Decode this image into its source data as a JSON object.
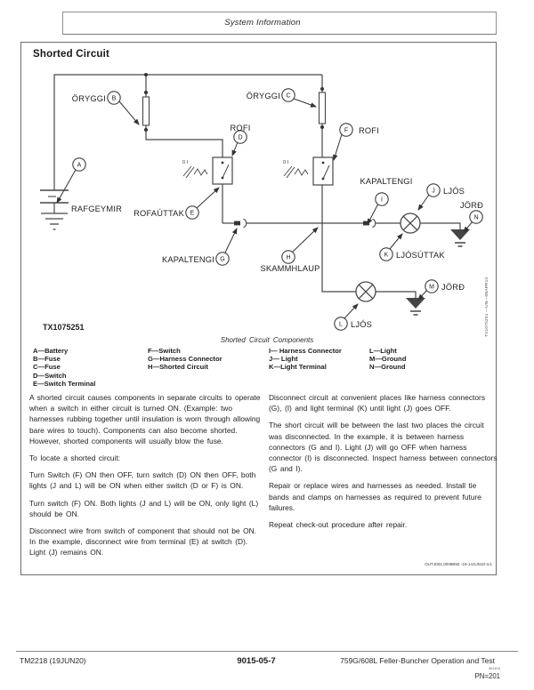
{
  "header": {
    "title": "System Information"
  },
  "page": {
    "section_title": "Shorted Circuit",
    "figure_id": "TX1075251",
    "figure_side_caption": "TX1075251 —UN—08APR10",
    "figure_caption": "Shorted Circuit Components",
    "ref_code": "OUTJ002,0006B50 -19-14JUN10-1/1"
  },
  "diagram": {
    "switch_marks": "0 I",
    "nodes": {
      "a": "A",
      "b": "B",
      "c": "C",
      "d": "D",
      "e": "E",
      "f": "F",
      "g": "G",
      "h": "H",
      "i": "I",
      "j": "J",
      "k": "K",
      "l": "L",
      "m": "M",
      "n": "N"
    },
    "labels": {
      "battery": "RAFGEYMIR",
      "fuse_b": "ÖRYGGI",
      "fuse_c": "ÖRYGGI",
      "switch_d": "ROFI",
      "switch_f": "ROFI",
      "switch_terminal": "ROFAÚTTAK",
      "connector_g": "KAPALTENGI",
      "connector_i": "KAPALTENGI",
      "short_circuit": "SKAMMHLAUP",
      "light_j": "LJÓS",
      "light_l": "LJÓS",
      "light_terminal": "LJÓSÚTTAK",
      "ground_m": "JÖRÐ",
      "ground_n": "JÖRÐ"
    }
  },
  "legend": {
    "col1": [
      "A—Battery",
      "B—Fuse",
      "C—Fuse",
      "D—Switch",
      "E—Switch Terminal"
    ],
    "col2": [
      "F—Switch",
      "G—Harness Connector",
      "H—Shorted Circuit"
    ],
    "col3": [
      "I— Harness Connector",
      "J— Light",
      "K—Light Terminal"
    ],
    "col4": [
      "L—Light",
      "M—Ground",
      "N—Ground"
    ]
  },
  "body": {
    "left": [
      "A shorted circuit causes components in separate circuits to operate when a switch in either circuit is turned ON. (Example: two harnesses rubbing together until insulation is worn through allowing bare wires to touch). Components can also become shorted. However, shorted components will usually blow the fuse.",
      "To locate a shorted circuit:",
      "Turn Switch (F) ON then OFF, turn switch (D) ON then OFF, both lights (J and L) will be ON when either switch (D or F) is ON.",
      "Turn switch (F) ON. Both lights (J and L) will be ON, only light (L) should be ON.",
      "Disconnect wire from switch of component that should not be ON. In the example, disconnect wire from terminal (E) at switch (D). Light (J) remains ON."
    ],
    "right": [
      "Disconnect circuit at convenient places like harness connectors (G), (I) and light terminal (K) until light (J) goes OFF.",
      "The short circuit will be between the last two places the circuit was disconnected. In the example, it is between harness connectors (G and I). Light (J) will go OFF when harness connector (I) is disconnected. Inspect harness between connectors (G and I).",
      "Repair or replace wires and harnesses as needed. Install tie bands and clamps on harnesses as required to prevent future failures.",
      "Repeat check-out procedure after repair."
    ]
  },
  "footer": {
    "manual": "TM2218 (19JUN20)",
    "page_number": "9015-05-7",
    "title": "759G/608L Feller-Buncher Operation and Test",
    "print_code": "061103",
    "pn": "PN=201"
  }
}
